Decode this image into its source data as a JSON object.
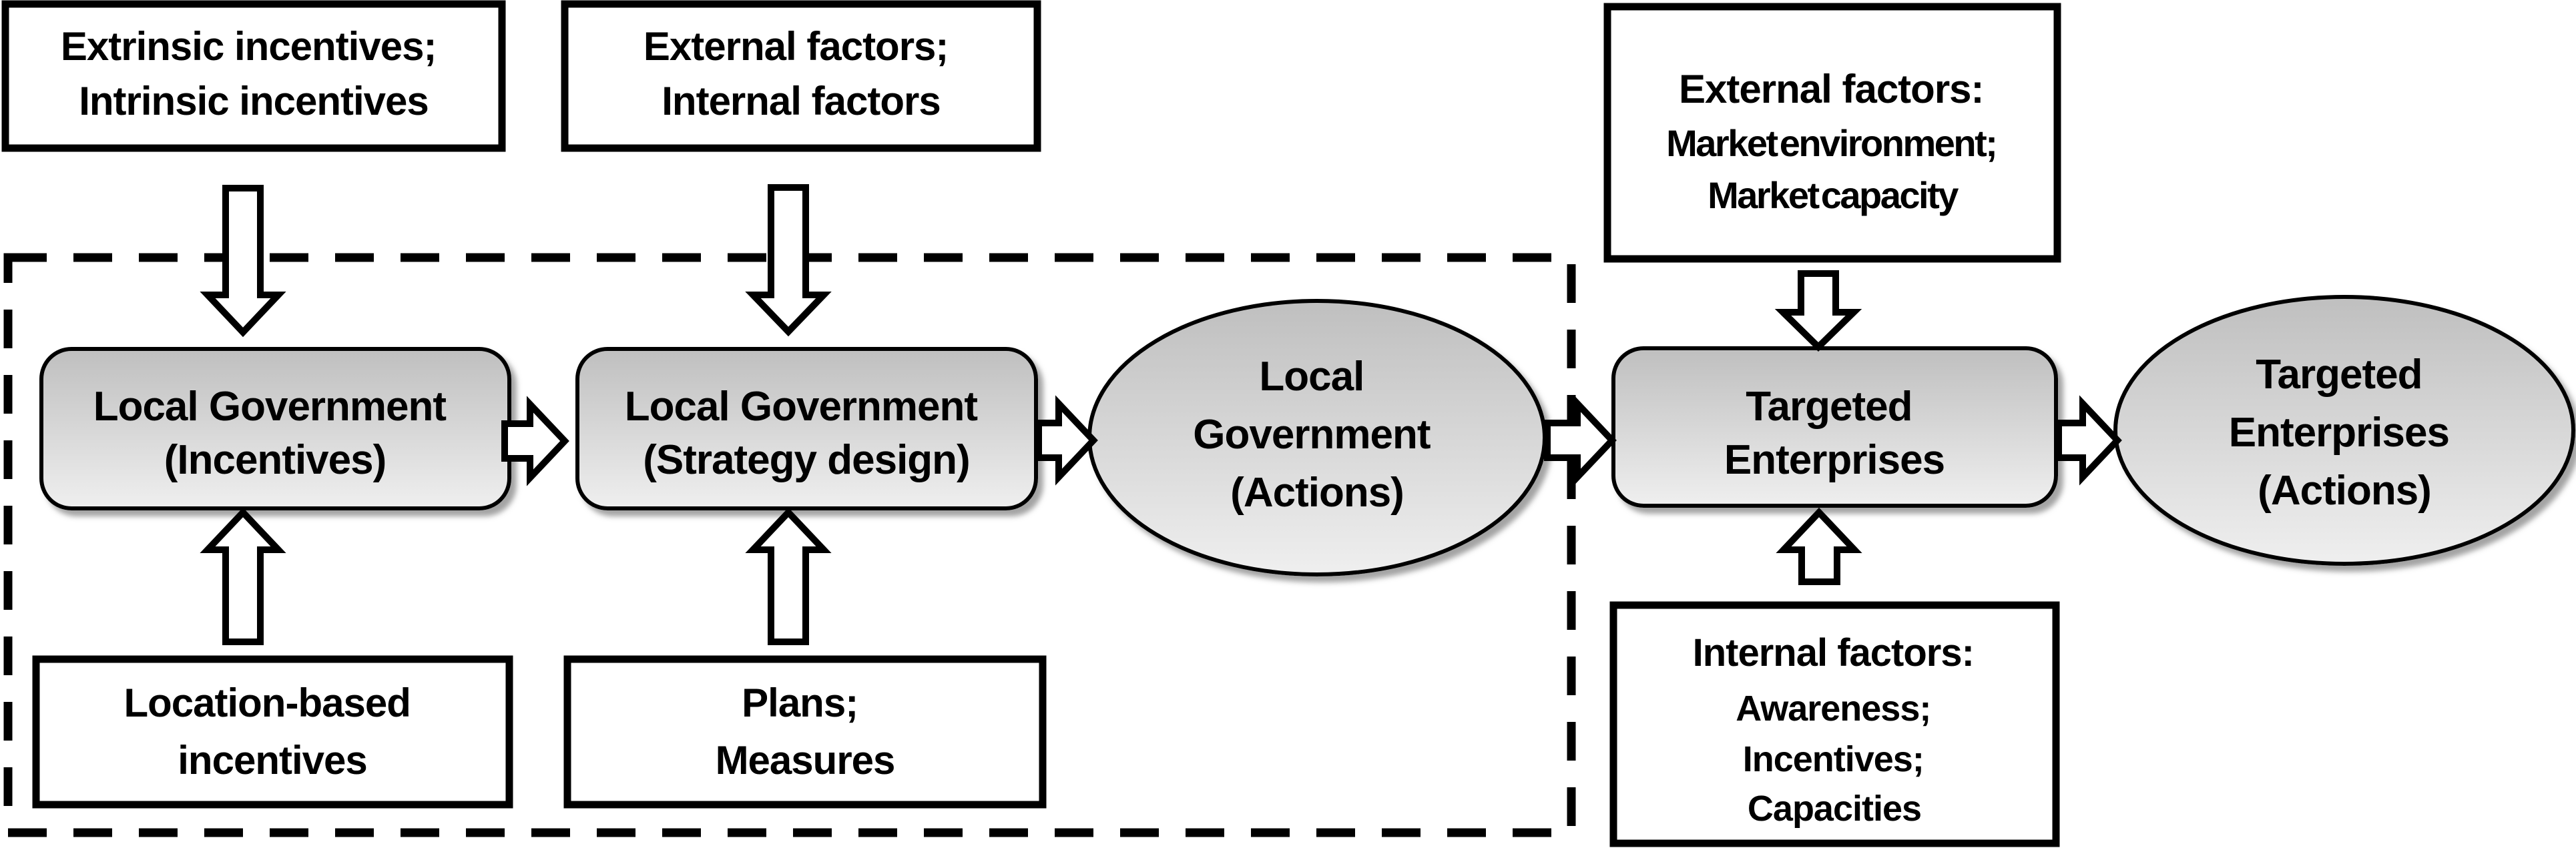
{
  "colors": {
    "background": "#ffffff",
    "shape_gradient_top": "#bfbfbf",
    "shape_gradient_bottom": "#efefef",
    "border": "#000000",
    "shadow": "#9a9a9a",
    "text": "#000000"
  },
  "nodes": {
    "extrinsic_intrinsic": {
      "lines": [
        "Extrinsic incentives;",
        "Intrinsic incentives"
      ]
    },
    "external_internal": {
      "lines": [
        "External factors;",
        "Internal factors"
      ]
    },
    "external_market": {
      "lines": [
        "External factors:",
        "Market environment;",
        "Market capacity"
      ]
    },
    "lg_incentives": {
      "lines": [
        "Local Government",
        "(Incentives)"
      ]
    },
    "lg_strategy": {
      "lines": [
        "Local Government",
        "(Strategy design)"
      ]
    },
    "lg_actions": {
      "lines": [
        "Local",
        "Government",
        "(Actions)"
      ]
    },
    "targeted_enterprises": {
      "lines": [
        "Targeted",
        "Enterprises"
      ]
    },
    "te_actions": {
      "lines": [
        "Targeted",
        "Enterprises",
        "(Actions)"
      ]
    },
    "location_based": {
      "lines": [
        "Location-based",
        "incentives"
      ]
    },
    "plans_measures": {
      "lines": [
        "Plans;",
        "Measures"
      ]
    },
    "internal_factors": {
      "lines": [
        "Internal factors:",
        "Awareness;",
        "Incentives;",
        "Capacities"
      ]
    }
  }
}
